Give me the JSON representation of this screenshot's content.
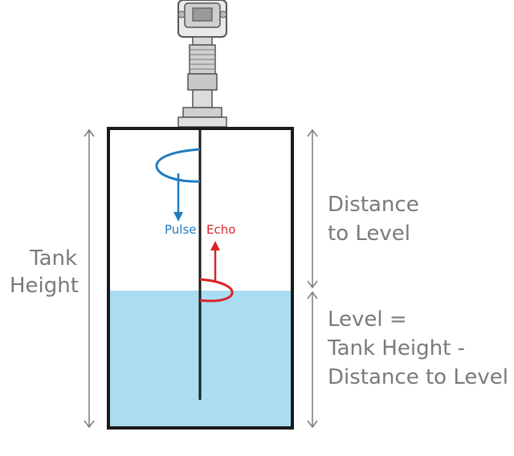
{
  "labels": {
    "tank_height_line1": "Tank",
    "tank_height_line2": "Height",
    "distance_line1": "Distance",
    "distance_line2": "to Level",
    "level_line1": "Level =",
    "level_line2": "Tank Height -",
    "level_line3": "Distance to Level",
    "pulse": "Pulse",
    "echo": "Echo"
  },
  "colors": {
    "pulse": "#1f7bc0",
    "echo": "#d9252a",
    "liquid": "#aadcf2",
    "tank_outline": "#1a1a1a",
    "dimension_lines": "#7a7a7a"
  },
  "icons": {
    "transmitter": "radar-level-transmitter-icon"
  }
}
